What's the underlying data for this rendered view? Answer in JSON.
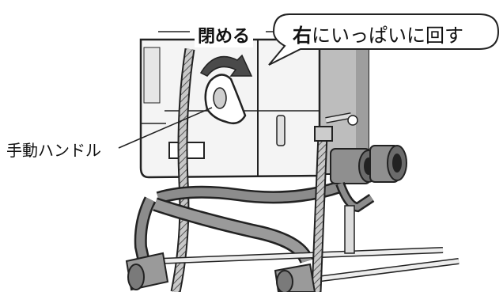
{
  "labels": {
    "close": "閉める",
    "bubble_emphasis": "右",
    "bubble_rest": "にいっぱいに回す",
    "manual_handle": "手動ハンドル"
  },
  "colors": {
    "line": "#222222",
    "arrow": "#444444",
    "panel": "#f2f2f2",
    "panel_shade": "#d9d9d9",
    "pipe": "#8c8c8c",
    "pipe_dark": "#5a5a5a"
  }
}
